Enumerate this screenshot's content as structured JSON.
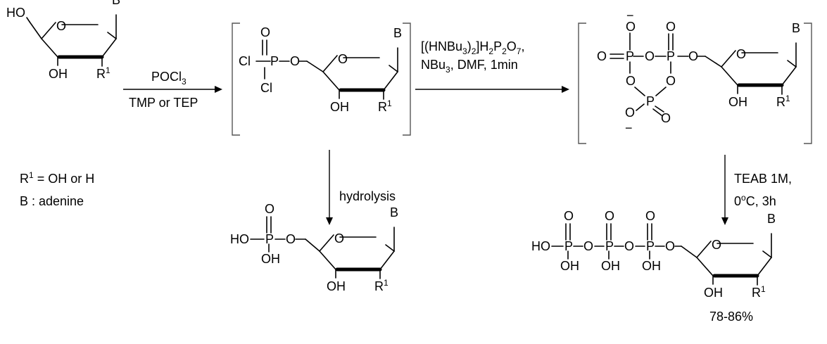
{
  "atoms": {
    "O": "O",
    "B": "B",
    "P": "P",
    "Cl": "Cl",
    "HO": "HO",
    "OH": "OH",
    "R": "R",
    "one": "1",
    "minus": "−"
  },
  "legend": {
    "r1_prefix": "R",
    "r1_sup": "1",
    "r1_rest": " = OH or H",
    "b_def": "B : adenine"
  },
  "arrow1": {
    "reagent_base": "POCl",
    "reagent_sub": "3",
    "conditions": "TMP or TEP"
  },
  "arrow2": {
    "l1_a": "[(HNBu",
    "l1_b": "3",
    "l1_c": ")",
    "l1_d": "2",
    "l1_e": "]H",
    "l1_f": "2",
    "l1_g": "P",
    "l1_h": "2",
    "l1_i": "O",
    "l1_j": "7",
    "l1_k": ",",
    "l2_a": "NBu",
    "l2_b": "3",
    "l2_c": ", DMF, 1min"
  },
  "arrow3": {
    "label": "hydrolysis"
  },
  "arrow4": {
    "line1": "TEAB 1M,",
    "line2_a": "0",
    "line2_b": "o",
    "line2_c": "C, 3h"
  },
  "product": {
    "yield": "78-86%"
  }
}
